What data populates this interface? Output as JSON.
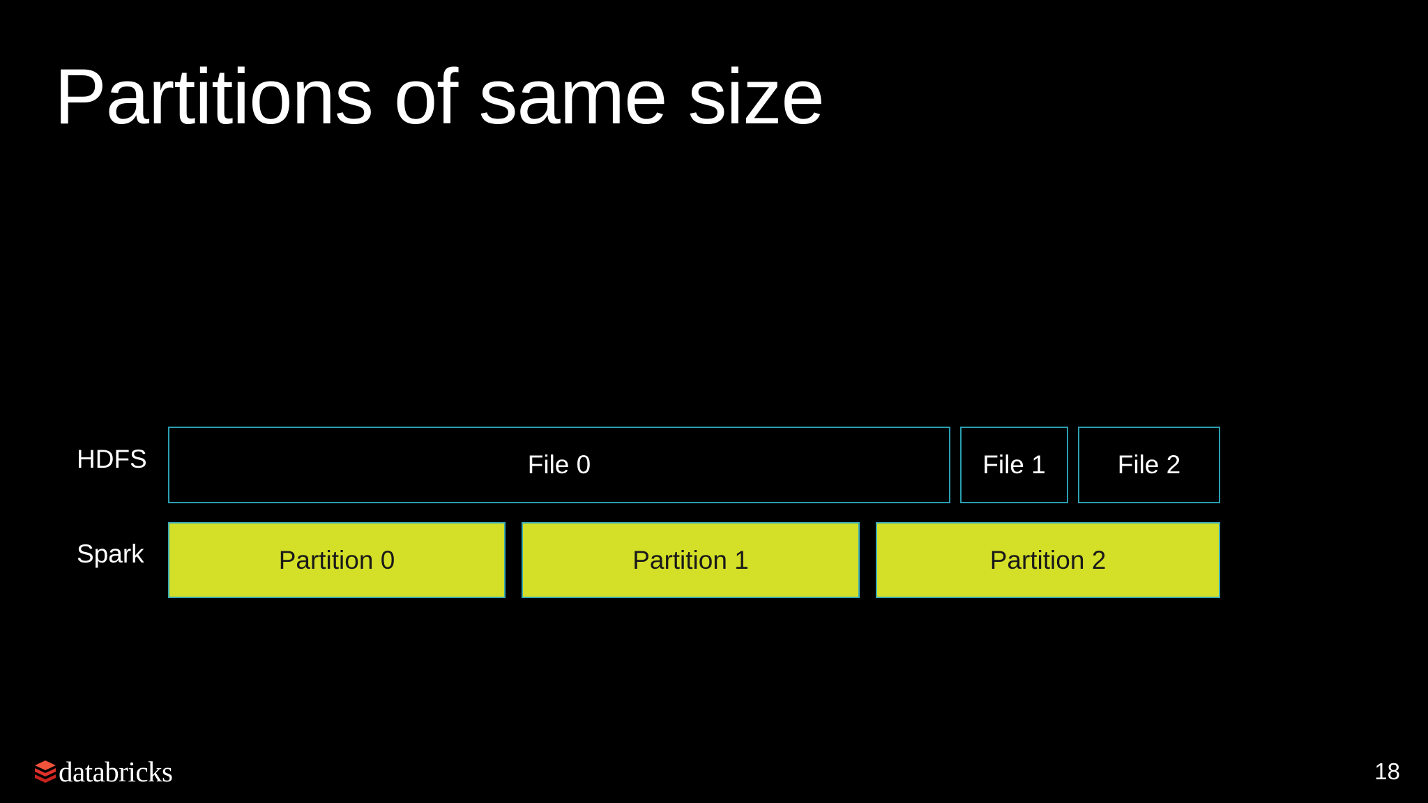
{
  "slide": {
    "title": "Partitions of same size",
    "page_number": "18"
  },
  "rows": {
    "hdfs_label": "HDFS",
    "spark_label": "Spark"
  },
  "files": [
    {
      "label": "File 0"
    },
    {
      "label": "File 1"
    },
    {
      "label": "File 2"
    }
  ],
  "partitions": [
    {
      "label": "Partition 0"
    },
    {
      "label": "Partition 1"
    },
    {
      "label": "Partition 2"
    }
  ],
  "brand": {
    "name": "databricks",
    "logo_icon": "databricks-logo-icon",
    "logo_color": "#e0322b"
  },
  "colors": {
    "background": "#000000",
    "file_border": "#2a9fb0",
    "partition_fill": "#d4df27"
  }
}
